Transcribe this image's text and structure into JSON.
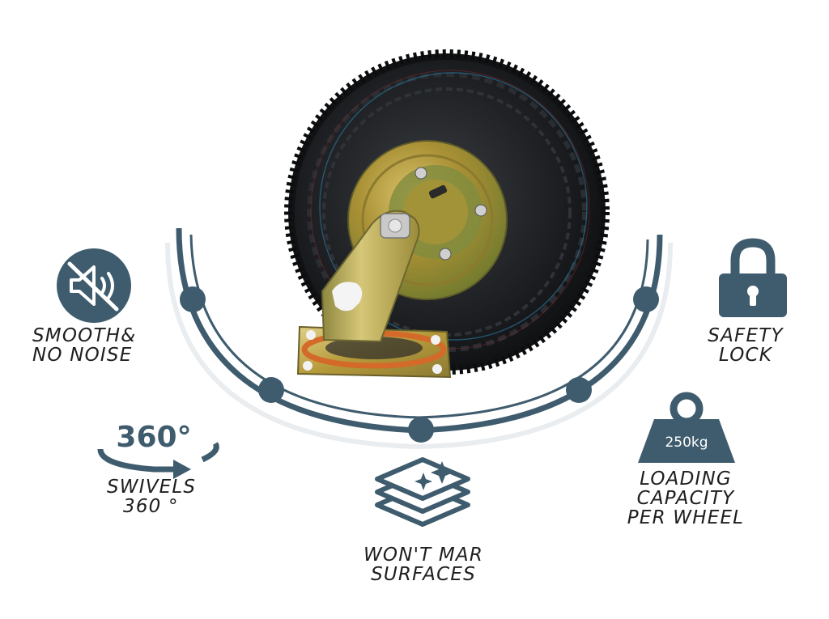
{
  "colors": {
    "accent": "#3f5c6e",
    "tire": "#1b1d20",
    "hub_gold": "#b59a3a",
    "hub_green": "#7c8b3c",
    "gasket": "#d46a2a",
    "text": "#1e1e1e"
  },
  "features": {
    "noise": {
      "icon": "muted-speaker-icon",
      "line1": "SMOOTH&",
      "line2": "NO NOISE"
    },
    "lock": {
      "icon": "padlock-icon",
      "line1": "SAFETY",
      "line2": "LOCK"
    },
    "swivel": {
      "icon": "rotate-360-icon",
      "badge": "360°",
      "line1": "SWIVELS",
      "line2": "360 °"
    },
    "load": {
      "icon": "weight-icon",
      "badge": "250kg",
      "line1": "LOADING",
      "line2": "CAPACITY",
      "line3": "PER WHEEL"
    },
    "surface": {
      "icon": "layers-sparkle-icon",
      "line1": "WON'T MAR",
      "line2": "SURFACES"
    }
  }
}
